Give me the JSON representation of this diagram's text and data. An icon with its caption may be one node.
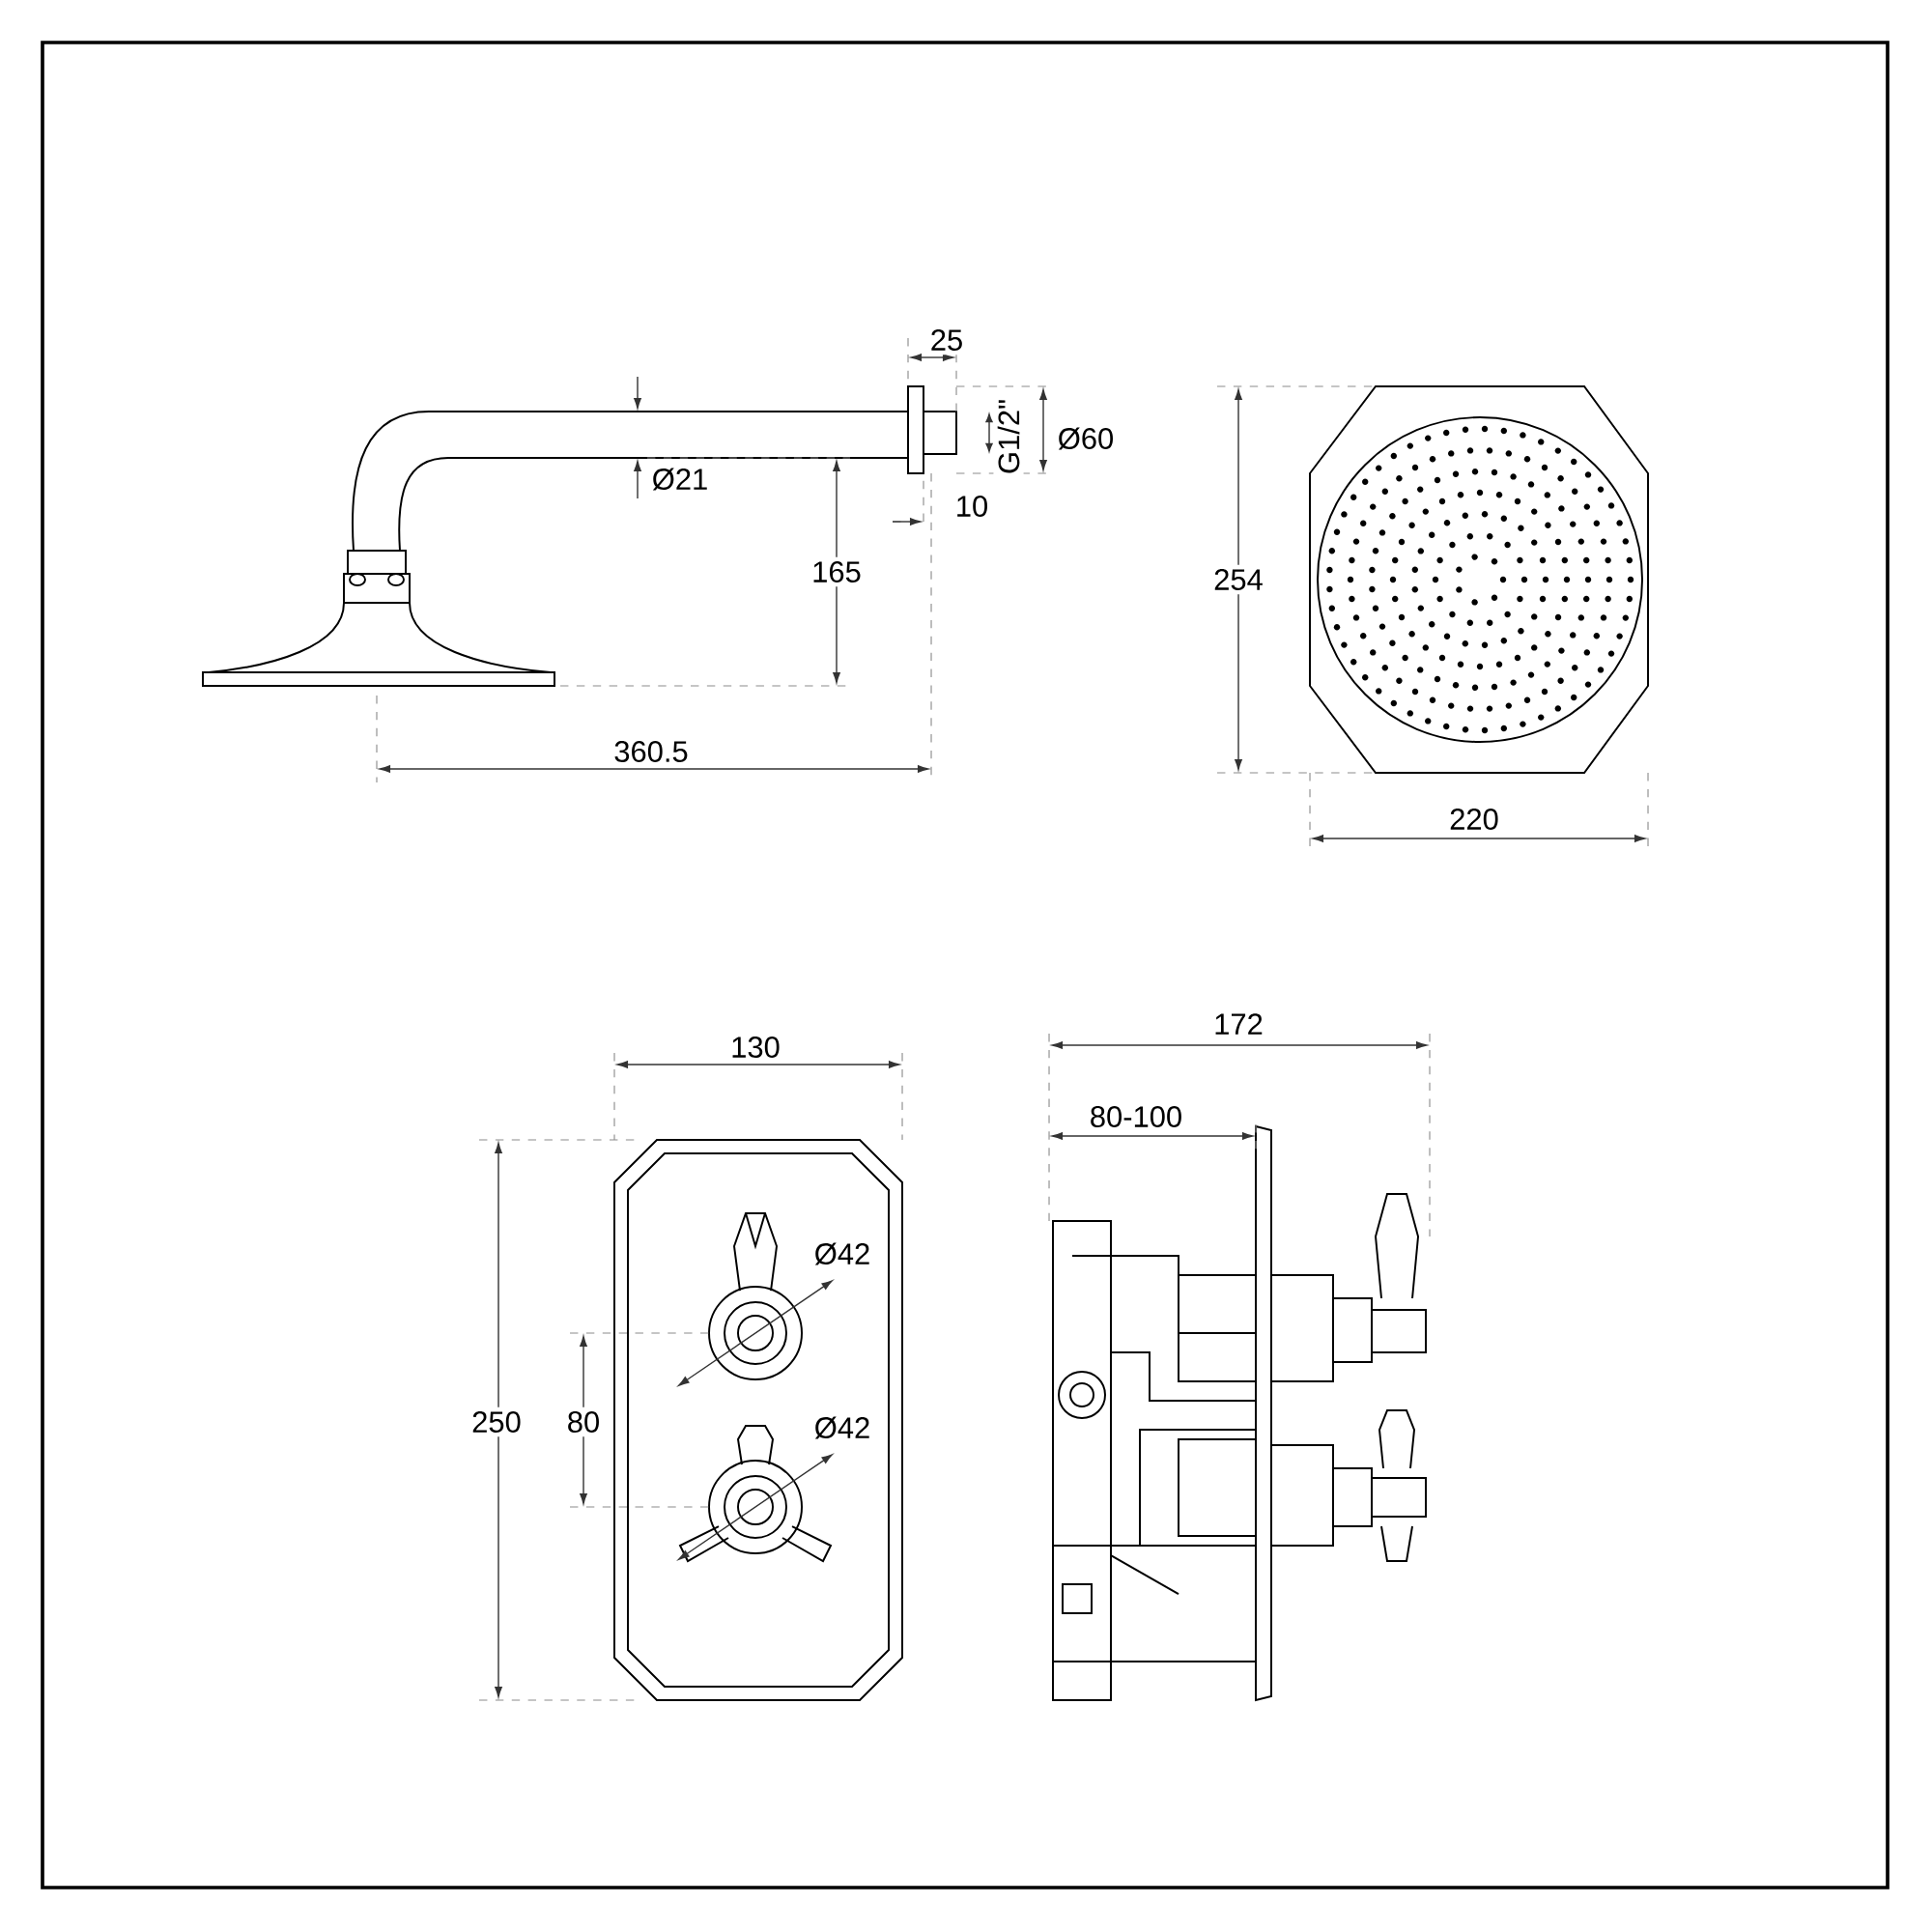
{
  "diagram": {
    "labels": [
      "25",
      "G1/2\"",
      "Ø60",
      "Ø21",
      "10",
      "165",
      "254",
      "360.5",
      "220",
      "172",
      "130",
      "80-100",
      "Ø42",
      "250",
      "80",
      "Ø42"
    ]
  }
}
